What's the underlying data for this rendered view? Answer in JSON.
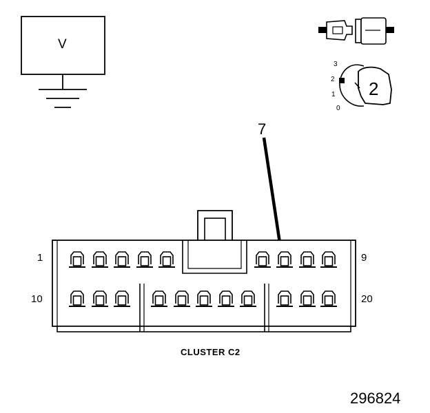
{
  "meter": {
    "symbol": "V"
  },
  "ignition": {
    "positions": [
      "3",
      "2",
      "1",
      "0"
    ],
    "selected": "2"
  },
  "callout": {
    "pin": "7"
  },
  "connector": {
    "name": "CLUSTER C2",
    "row1_first": "1",
    "row1_last": "9",
    "row2_first": "10",
    "row2_last": "20"
  },
  "figure_number": "296824"
}
